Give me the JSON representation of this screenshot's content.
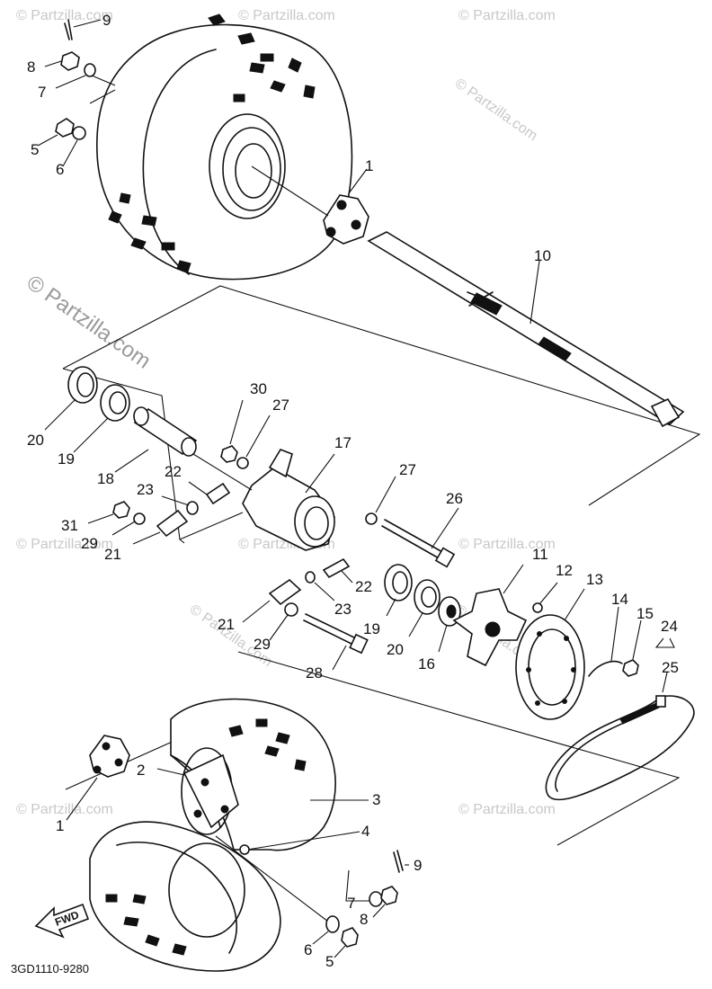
{
  "diagram": {
    "drawing_code": "3GD1110-9280",
    "direction_label": "FWD",
    "part_labels": [
      "1",
      "2",
      "3",
      "4",
      "5",
      "6",
      "7",
      "8",
      "9",
      "10",
      "11",
      "12",
      "13",
      "14",
      "15",
      "16",
      "17",
      "18",
      "19",
      "20",
      "21",
      "22",
      "23",
      "24",
      "25",
      "26",
      "27",
      "28",
      "29",
      "30",
      "31"
    ],
    "watermark_text": "© Partzilla.com",
    "watermark_large_text": "© Partzilla.com"
  }
}
